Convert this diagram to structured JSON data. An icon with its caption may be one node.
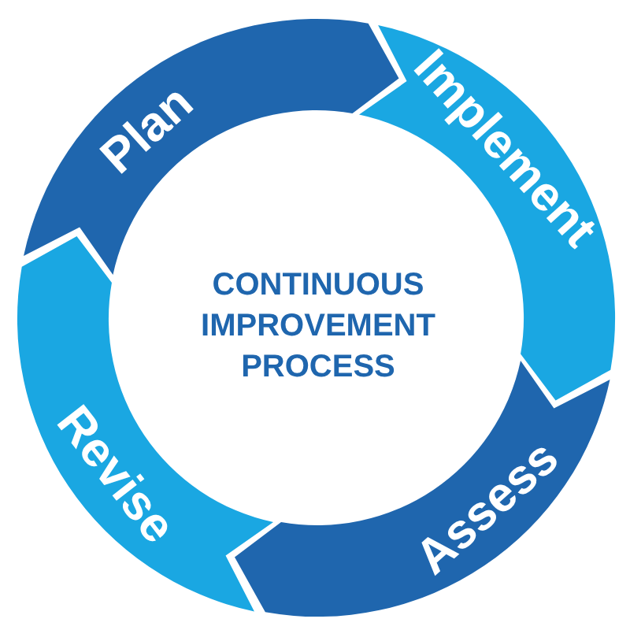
{
  "diagram": {
    "title": "CONTINUOUS IMPROVEMENT PROCESS",
    "nodes": [
      {
        "text": [
          "Plan"
        ]
      },
      {
        "text": [
          "Implement"
        ]
      },
      {
        "text": [
          "Assess"
        ]
      },
      {
        "text": [
          "Revise"
        ]
      }
    ]
  }
}
